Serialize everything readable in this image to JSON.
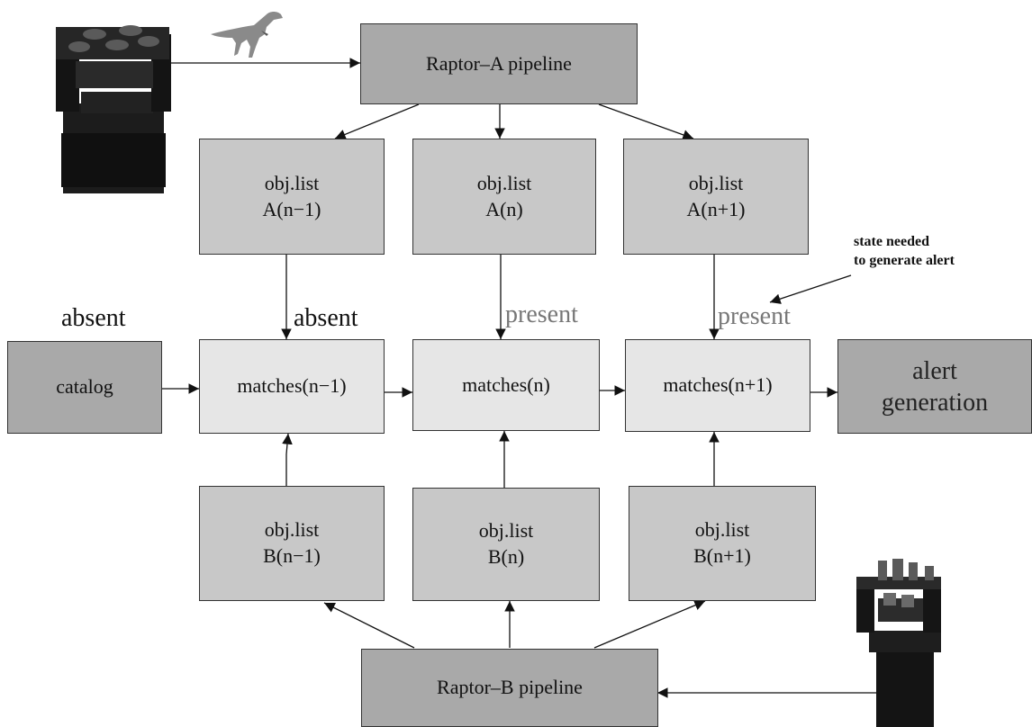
{
  "pipelines": {
    "a": "Raptor–A pipeline",
    "b": "Raptor–B pipeline"
  },
  "lists_a": [
    {
      "line1": "obj.list",
      "line2": "A(n−1)"
    },
    {
      "line1": "obj.list",
      "line2": "A(n)"
    },
    {
      "line1": "obj.list",
      "line2": "A(n+1)"
    }
  ],
  "lists_b": [
    {
      "line1": "obj.list",
      "line2": "B(n−1)"
    },
    {
      "line1": "obj.list",
      "line2": "B(n)"
    },
    {
      "line1": "obj.list",
      "line2": "B(n+1)"
    }
  ],
  "matches": [
    "matches(n−1)",
    "matches(n)",
    "matches(n+1)"
  ],
  "catalog": "catalog",
  "alert": {
    "line1": "alert",
    "line2": "generation"
  },
  "labels": {
    "absent_left": "absent",
    "absent_arrow": "absent",
    "present_1": "present",
    "present_2": "present",
    "state_line1": "state needed",
    "state_line2": "to generate alert"
  },
  "icons": [
    "telescope-a-icon",
    "raptor-dinosaur-icon",
    "telescope-b-icon"
  ],
  "colors": {
    "pipeline_box": "#a9a9a9",
    "list_box": "#c8c8c8",
    "match_box": "#e6e6e6",
    "present_text": "#777777"
  }
}
